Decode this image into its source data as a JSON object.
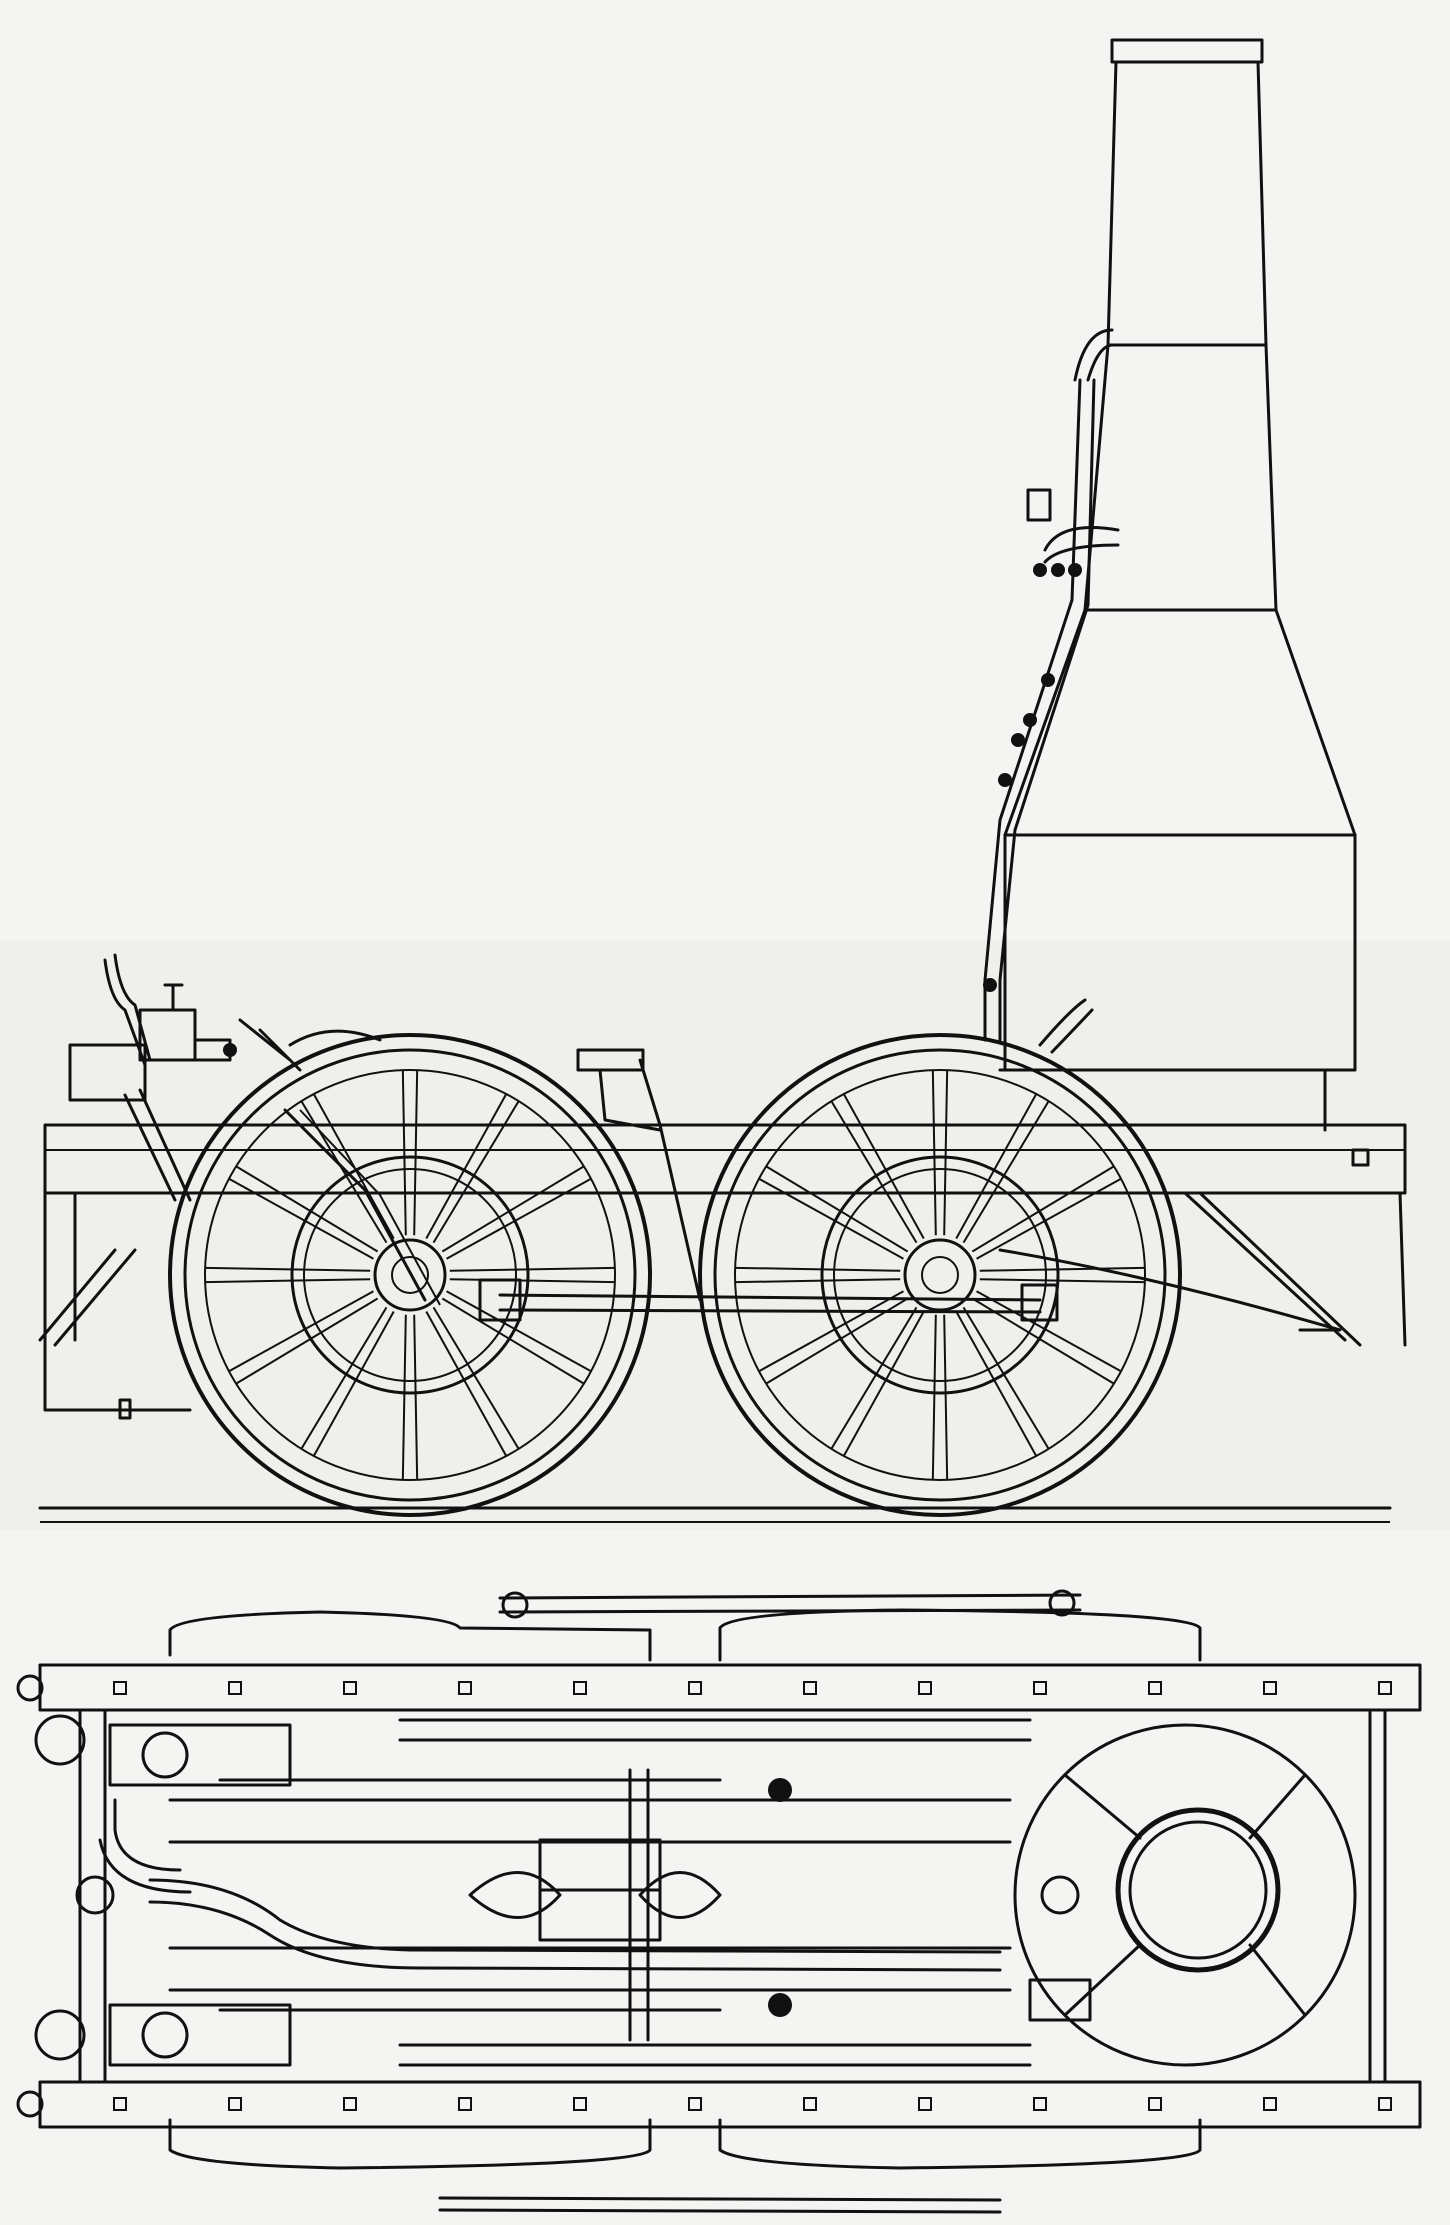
{
  "drawing": {
    "paper_color": "#f4f4f2",
    "ink_color": "#111111",
    "views": [
      "side-elevation",
      "plan-view"
    ],
    "side_elevation": {
      "wheels": [
        {
          "name": "rear-driving-wheel",
          "spokes": 12
        },
        {
          "name": "front-driving-wheel",
          "spokes": 12
        }
      ],
      "has_tall_stack": true,
      "has_rail": true
    },
    "plan_view": {
      "has_boiler_top": true,
      "frame_rails": 2
    }
  }
}
